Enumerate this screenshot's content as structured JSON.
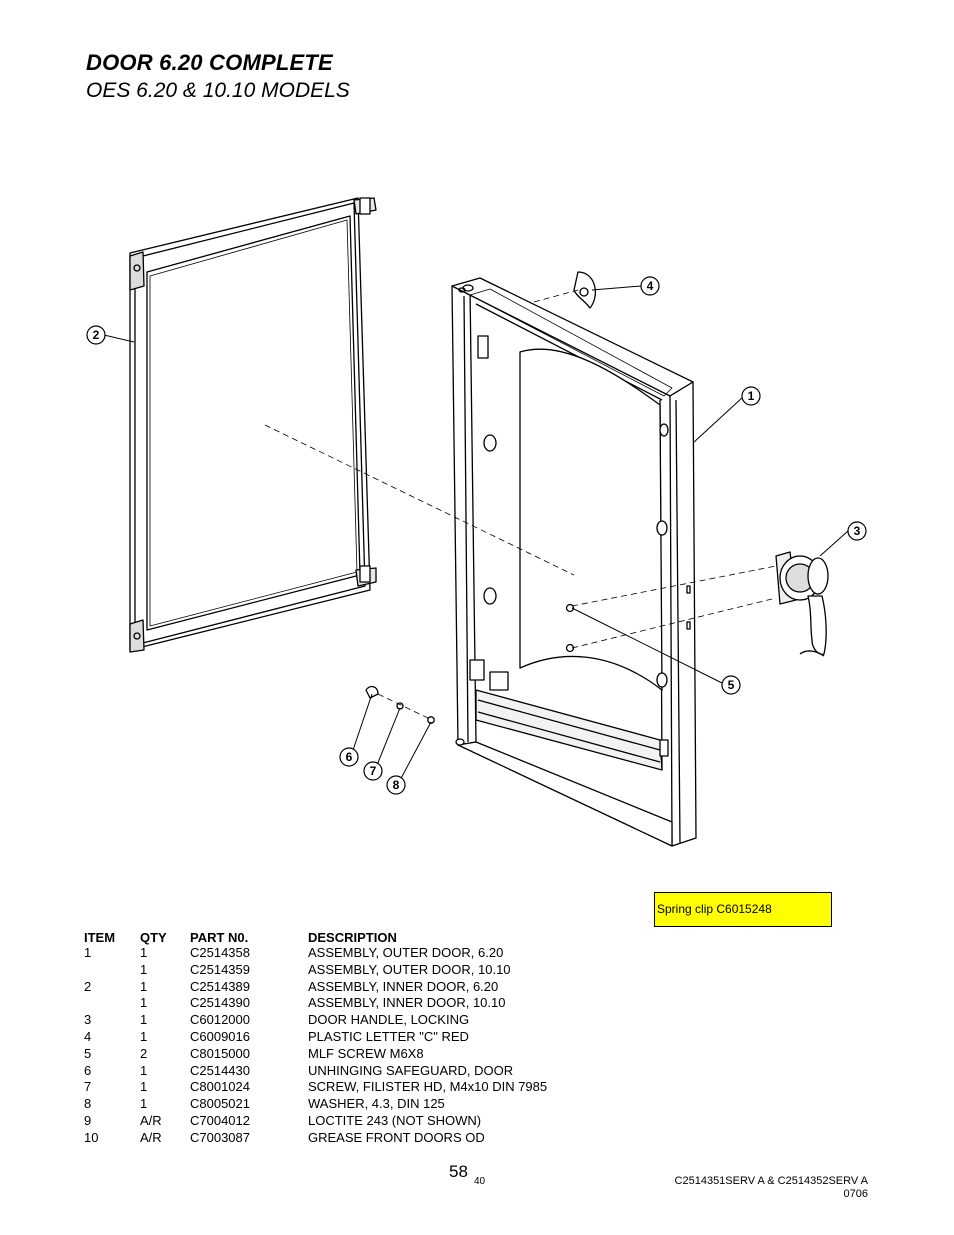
{
  "header": {
    "title": "DOOR 6.20 COMPLETE",
    "subtitle": "OES 6.20 & 10.10 MODELS"
  },
  "diagram": {
    "callouts": [
      "1",
      "2",
      "3",
      "4",
      "5",
      "6",
      "7",
      "8"
    ]
  },
  "note": "Spring clip C6015248",
  "table": {
    "headers": {
      "item": "ITEM",
      "qty": "QTY",
      "part": "PART N0.",
      "desc": "DESCRIPTION"
    },
    "rows": [
      {
        "item": "1",
        "qty": "1",
        "part": "C2514358",
        "desc": "ASSEMBLY, OUTER DOOR, 6.20"
      },
      {
        "item": "",
        "qty": "1",
        "part": "C2514359",
        "desc": "ASSEMBLY, OUTER DOOR, 10.10"
      },
      {
        "item": "2",
        "qty": "1",
        "part": "C2514389",
        "desc": "ASSEMBLY, INNER DOOR, 6.20"
      },
      {
        "item": "",
        "qty": "1",
        "part": "C2514390",
        "desc": "ASSEMBLY, INNER DOOR, 10.10"
      },
      {
        "item": "3",
        "qty": "1",
        "part": "C6012000",
        "desc": "DOOR HANDLE, LOCKING"
      },
      {
        "item": "4",
        "qty": "1",
        "part": "C6009016",
        "desc": "PLASTIC LETTER \"C\" RED"
      },
      {
        "item": "5",
        "qty": "2",
        "part": "C8015000",
        "desc": "MLF SCREW M6X8"
      },
      {
        "item": "6",
        "qty": "1",
        "part": "C2514430",
        "desc": "UNHINGING SAFEGUARD, DOOR"
      },
      {
        "item": "7",
        "qty": "1",
        "part": "C8001024",
        "desc": "SCREW, FILISTER HD, M4x10 DIN 7985"
      },
      {
        "item": "8",
        "qty": "1",
        "part": "C8005021",
        "desc": "WASHER, 4.3, DIN 125"
      },
      {
        "item": "9",
        "qty": "A/R",
        "part": "C7004012",
        "desc": "LOCTITE 243 (NOT SHOWN)"
      },
      {
        "item": "10",
        "qty": "A/R",
        "part": "C7003087",
        "desc": "GREASE FRONT DOORS OD"
      }
    ]
  },
  "footer": {
    "page_number": "58",
    "page_sub": "40",
    "doc_ref_line1": "C2514351SERV  A & C2514352SERV A",
    "doc_ref_line2": "0706"
  }
}
